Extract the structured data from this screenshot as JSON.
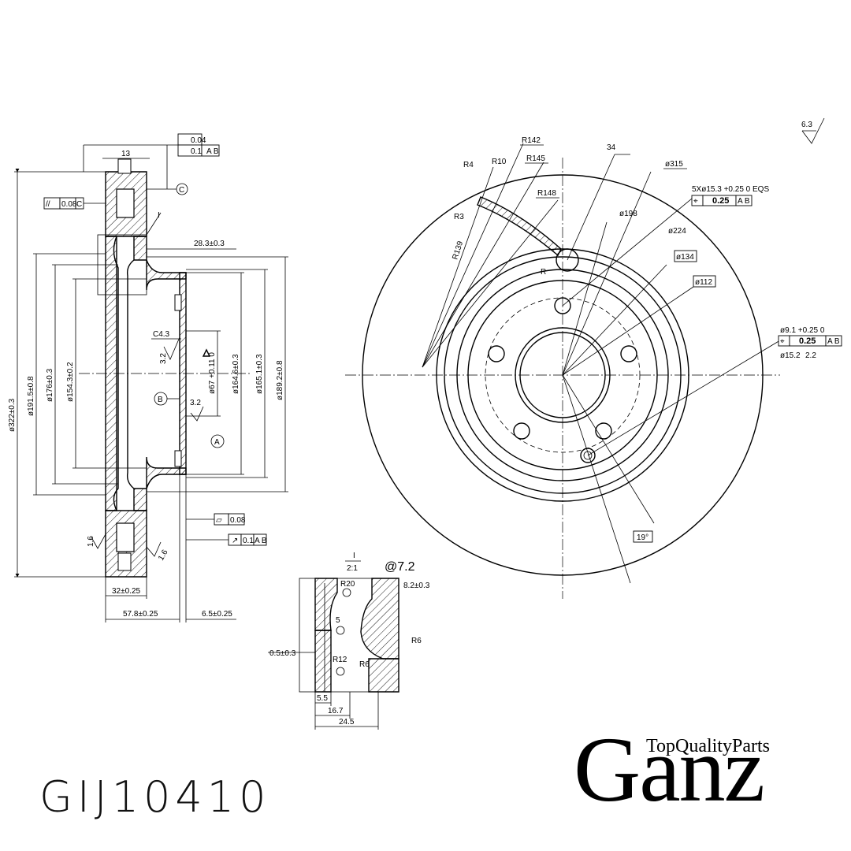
{
  "part_number": "GIJ10410",
  "brand": {
    "name": "Ganz",
    "tagline": "TopQualityParts"
  },
  "surface_finish": "6.3",
  "section_view": {
    "tolerance_flatness": "0.04",
    "tolerance_runout": "0.1",
    "datum_ab": "A B",
    "tolerance_parallel": "0.08",
    "datum_c": "C",
    "datum_c_label": "C",
    "width_top": "13",
    "detail_ref": "I",
    "dim_hat_depth": "28.3±0.3",
    "chamfer": "C4.3",
    "roughness_32a": "3.2",
    "roughness_32b": "3.2",
    "roughness_16a": "1.6",
    "roughness_16b": "1.6",
    "datum_a": "A",
    "datum_b": "B",
    "flat_008": "0.08",
    "runout_01": "0.1",
    "runout_ab": "A B",
    "dia_322": "ø322±0.3",
    "dia_1915": "ø191.5±0.8",
    "dia_176": "ø176±0.3",
    "dia_1543": "ø154.3±0.2",
    "dia_67": "ø67 +0.11 0",
    "dia_1646": "ø164.6±0.3",
    "dia_1651": "ø165.1±0.3",
    "dia_1892": "ø189.2±0.8",
    "dim_32": "32±0.25",
    "dim_578": "57.8±0.25",
    "dim_65": "6.5±0.25"
  },
  "front_view": {
    "r142": "R142",
    "r145": "R145",
    "r148": "R148",
    "r4": "R4",
    "r10": "R10",
    "r3": "R3",
    "r139": "R139",
    "r_small": "R",
    "angle_34": "34",
    "dia_315": "ø315",
    "holes": "5Xø15.3 +0.25 0 EQS",
    "holes_tol": "0.25",
    "holes_datum": "A B",
    "dia_198": "ø198",
    "dia_224": "ø224",
    "dia_134": "ø134",
    "dia_112": "ø112",
    "pin_hole": "ø9.1 +0.25 0",
    "pin_tol": "0.25",
    "pin_datum": "A B",
    "pin_depth": "ø15.2",
    "pin_depth2": "2.2",
    "angle_19": "19°"
  },
  "detail_view": {
    "label": "I",
    "scale": "2:1",
    "vent_label": "@7.2",
    "r20": "R20",
    "dim_82": "8.2±0.3",
    "ang_5": "5",
    "r6a": "R6",
    "r6b": "R6",
    "r12": "R12",
    "dim_05": "0.5±0.3",
    "dim_55": "5.5",
    "dim_167": "16.7",
    "dim_245": "24.5"
  }
}
